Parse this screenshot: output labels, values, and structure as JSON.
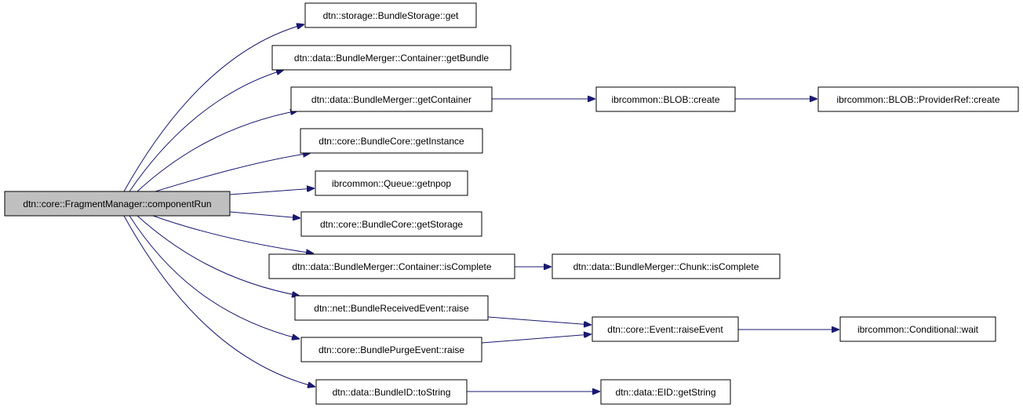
{
  "graph": {
    "edge_color": "#191970",
    "root_fill": "#bfbfbf",
    "nodes": {
      "root": "dtn::core::FragmentManager::componentRun",
      "storage_get": "dtn::storage::BundleStorage::get",
      "container_getbundle": "dtn::data::BundleMerger::Container::getBundle",
      "merger_getcontainer": "dtn::data::BundleMerger::getContainer",
      "core_getinstance": "dtn::core::BundleCore::getInstance",
      "queue_getnpop": "ibrcommon::Queue::getnpop",
      "core_getstorage": "dtn::core::BundleCore::getStorage",
      "container_iscomplete": "dtn::data::BundleMerger::Container::isComplete",
      "received_raise": "dtn::net::BundleReceivedEvent::raise",
      "purge_raise": "dtn::core::BundlePurgeEvent::raise",
      "bundleid_tostring": "dtn::data::BundleID::toString",
      "blob_create": "ibrcommon::BLOB::create",
      "providerref_create": "ibrcommon::BLOB::ProviderRef::create",
      "chunk_iscomplete": "dtn::data::BundleMerger::Chunk::isComplete",
      "event_raiseevent": "dtn::core::Event::raiseEvent",
      "conditional_wait": "ibrcommon::Conditional::wait",
      "eid_getstring": "dtn::data::EID::getString"
    },
    "edges": [
      [
        "root",
        "storage_get"
      ],
      [
        "root",
        "container_getbundle"
      ],
      [
        "root",
        "merger_getcontainer"
      ],
      [
        "root",
        "core_getinstance"
      ],
      [
        "root",
        "queue_getnpop"
      ],
      [
        "root",
        "core_getstorage"
      ],
      [
        "root",
        "container_iscomplete"
      ],
      [
        "root",
        "received_raise"
      ],
      [
        "root",
        "purge_raise"
      ],
      [
        "root",
        "bundleid_tostring"
      ],
      [
        "merger_getcontainer",
        "blob_create"
      ],
      [
        "blob_create",
        "providerref_create"
      ],
      [
        "container_iscomplete",
        "chunk_iscomplete"
      ],
      [
        "received_raise",
        "event_raiseevent"
      ],
      [
        "purge_raise",
        "event_raiseevent"
      ],
      [
        "event_raiseevent",
        "conditional_wait"
      ],
      [
        "bundleid_tostring",
        "eid_getstring"
      ]
    ]
  }
}
